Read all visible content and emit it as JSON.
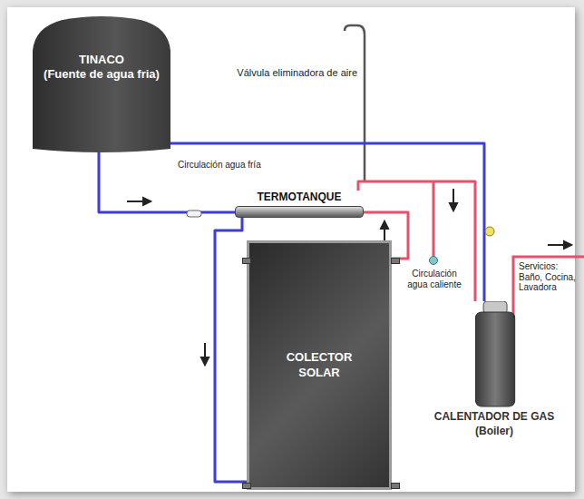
{
  "diagram": {
    "nodes": [
      {
        "text": [
          "TINACO",
          "(Fuente de agua fria)"
        ]
      },
      {
        "text": [
          "TERMOTANQUE"
        ]
      },
      {
        "text": [
          "COLECTOR SOLAR"
        ]
      },
      {
        "text": [
          "CALENTADOR DE GAS",
          "(Boiler)"
        ]
      }
    ],
    "edges": [
      {
        "from": 0,
        "to": 1,
        "arrow": "none"
      },
      {
        "from": 1,
        "to": 2,
        "arrow": "none"
      },
      {
        "from": 2,
        "to": 1,
        "arrow": "none"
      },
      {
        "from": 1,
        "to": 3,
        "arrow": "none"
      },
      {
        "from": 0,
        "to": 3,
        "arrow": "none"
      }
    ],
    "labels": [
      "Válvula eliminadora de aire",
      "Circulación agua fría",
      "Circulación agua caliente",
      "Servicios: Baño, Cocina, Lavadora"
    ]
  }
}
